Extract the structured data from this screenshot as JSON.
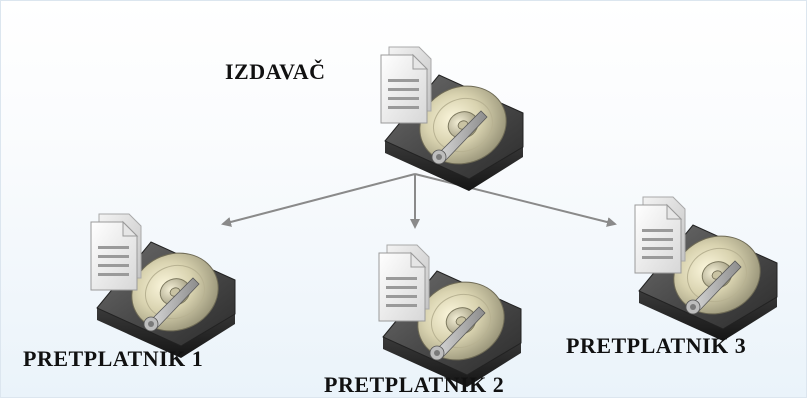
{
  "publisher": {
    "label": "IZDAVAČ",
    "document_icon": "document-icon",
    "disk_icon": "hard-disk-icon"
  },
  "subscribers": [
    {
      "label": "PRETPLATNIK 1",
      "document_icon": "document-icon",
      "disk_icon": "hard-disk-icon"
    },
    {
      "label": "PRETPLATNIK 2",
      "document_icon": "document-icon",
      "disk_icon": "hard-disk-icon"
    },
    {
      "label": "PRETPLATNIK 3",
      "document_icon": "document-icon",
      "disk_icon": "hard-disk-icon"
    }
  ],
  "colors": {
    "arrow": "#8a8a8a",
    "background_top": "#ffffff",
    "background_bottom": "#eaf3fa"
  }
}
